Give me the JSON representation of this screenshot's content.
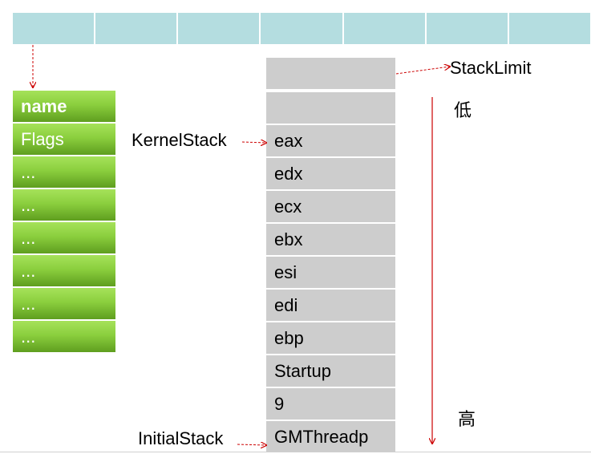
{
  "top_array": {
    "cell_count": 7,
    "color": "#b4dde0"
  },
  "struct_fields": [
    "name",
    "Flags",
    "...",
    "...",
    "...",
    "...",
    "...",
    "..."
  ],
  "stack_cells": [
    "",
    "",
    "eax",
    "edx",
    "ecx",
    "ebx",
    "esi",
    "edi",
    "ebp",
    "Startup",
    "9",
    "GMThreadp"
  ],
  "labels": {
    "stack_limit": "StackLimit",
    "kernel_stack": "KernelStack",
    "initial_stack": "InitialStack",
    "low": "低",
    "high": "高"
  },
  "colors": {
    "struct_green": "#8bcf3e",
    "stack_gray": "#cdcdcd",
    "arrow_red": "#cc0000"
  }
}
